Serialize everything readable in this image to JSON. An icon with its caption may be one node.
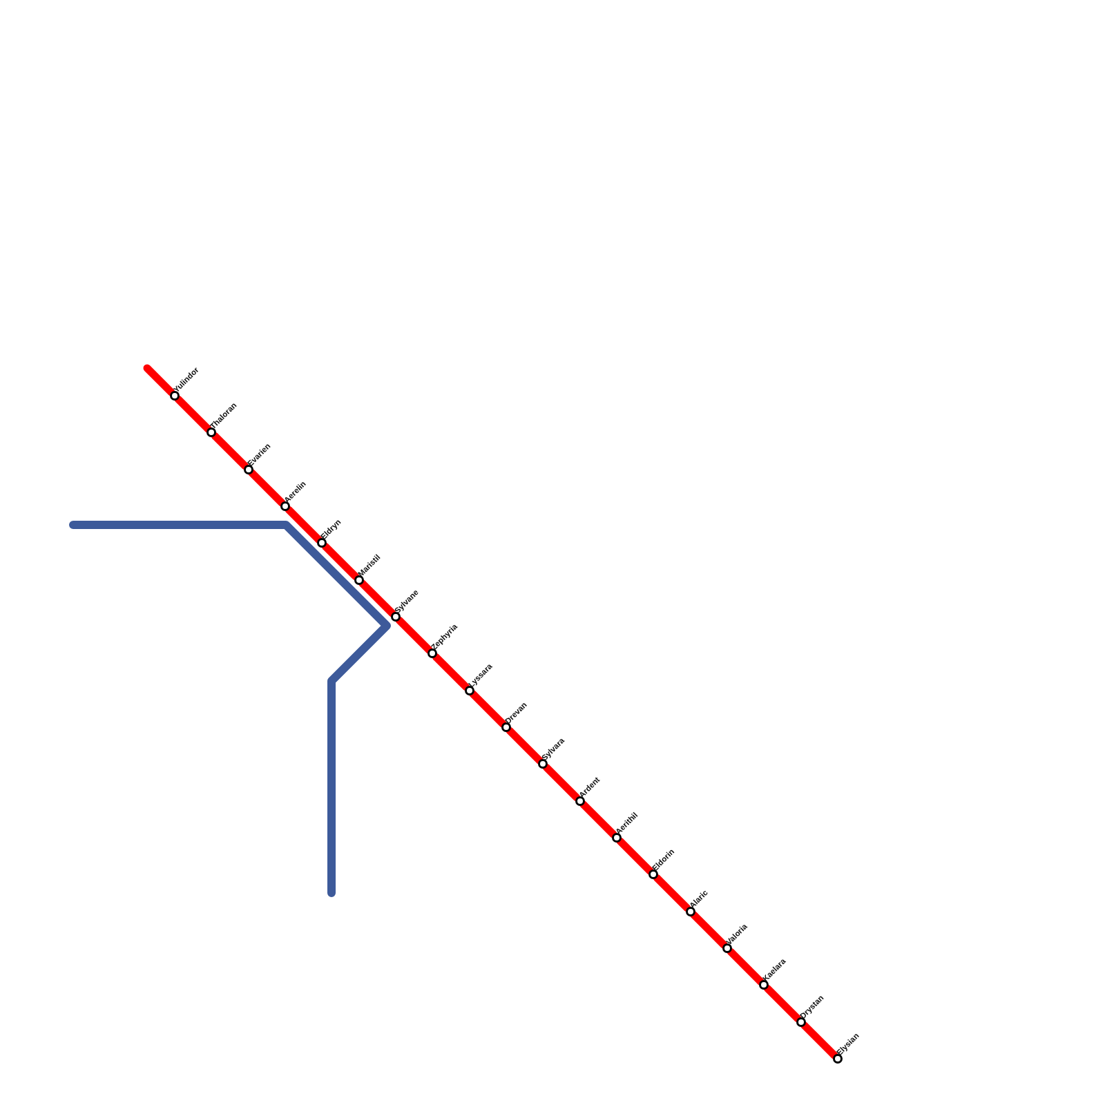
{
  "diagram": {
    "nodes": [
      {
        "text": [
          "Yulindor"
        ]
      },
      {
        "text": [
          "Thaloran"
        ]
      },
      {
        "text": [
          "Evarien"
        ]
      },
      {
        "text": [
          "Aerelin"
        ]
      },
      {
        "text": [
          "Eldryn"
        ]
      },
      {
        "text": [
          "Maristil"
        ]
      },
      {
        "text": [
          "Sylvane"
        ]
      },
      {
        "text": [
          "Zephyria"
        ]
      },
      {
        "text": [
          "Lyssara"
        ]
      },
      {
        "text": [
          "Drevan"
        ]
      },
      {
        "text": [
          "Sylvara"
        ]
      },
      {
        "text": [
          "Ardent"
        ]
      },
      {
        "text": [
          "Aerithil"
        ]
      },
      {
        "text": [
          "Eldorin"
        ]
      },
      {
        "text": [
          "Alaric"
        ]
      },
      {
        "text": [
          "Valoria"
        ]
      },
      {
        "text": [
          "Kaelara"
        ]
      },
      {
        "text": [
          "Drystan"
        ]
      },
      {
        "text": [
          "Elysian"
        ]
      }
    ],
    "edges": [
      {
        "from": null,
        "to": 0,
        "arrow": "none"
      },
      {
        "from": 0,
        "to": 1,
        "arrow": "none"
      },
      {
        "from": 1,
        "to": 2,
        "arrow": "none"
      },
      {
        "from": 2,
        "to": 3,
        "arrow": "none"
      },
      {
        "from": 3,
        "to": 4,
        "arrow": "none"
      },
      {
        "from": 4,
        "to": 5,
        "arrow": "none"
      },
      {
        "from": 5,
        "to": 6,
        "arrow": "none"
      },
      {
        "from": 6,
        "to": 7,
        "arrow": "none"
      },
      {
        "from": 7,
        "to": 8,
        "arrow": "none"
      },
      {
        "from": 8,
        "to": 9,
        "arrow": "none"
      },
      {
        "from": 9,
        "to": 10,
        "arrow": "none"
      },
      {
        "from": 10,
        "to": 11,
        "arrow": "none"
      },
      {
        "from": 11,
        "to": 12,
        "arrow": "none"
      },
      {
        "from": 12,
        "to": 13,
        "arrow": "none"
      },
      {
        "from": 13,
        "to": 14,
        "arrow": "none"
      },
      {
        "from": 14,
        "to": 15,
        "arrow": "none"
      },
      {
        "from": 15,
        "to": 16,
        "arrow": "none"
      },
      {
        "from": 16,
        "to": 17,
        "arrow": "none"
      },
      {
        "from": 17,
        "to": 18,
        "arrow": "none"
      }
    ]
  }
}
